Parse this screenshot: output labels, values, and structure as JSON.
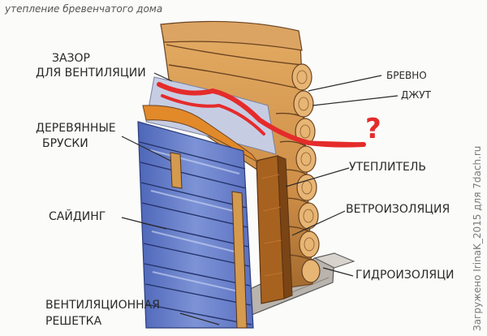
{
  "title": "утепление бревенчатого дома",
  "watermark": "Загружено IrinaK_2015 для 7dach.ru",
  "question_mark": "?",
  "labels": {
    "vent_gap_line1": "ЗАЗОР",
    "vent_gap_line2": "ДЛЯ ВЕНТИЛЯЦИИ",
    "log": "БРЕВНО",
    "jute": "ДЖУТ",
    "wood_battens_line1": "ДЕРЕВЯННЫЕ",
    "wood_battens_line2": "БРУСКИ",
    "insulation": "УТЕПЛИТЕЛЬ",
    "siding": "САЙДИНГ",
    "wind_barrier": "ВЕТРОИЗОЛЯЦИЯ",
    "waterproofing": "ГИДРОИЗОЛЯЦИ",
    "vent_grille_line1": "ВЕНТИЛЯЦИОННАЯ",
    "vent_grille_line2": "РЕШЕТКА"
  },
  "colors": {
    "log": "#d59a54",
    "log_dark": "#8a5a2b",
    "siding": "#5f78c8",
    "siding_light": "#9fb2e6",
    "insulation_slab": "#a8621f",
    "jute_red": "#e52b2b",
    "membrane": "#bcc5de",
    "foundation": "#b9b4ad",
    "ink": "#2a2a2a"
  }
}
